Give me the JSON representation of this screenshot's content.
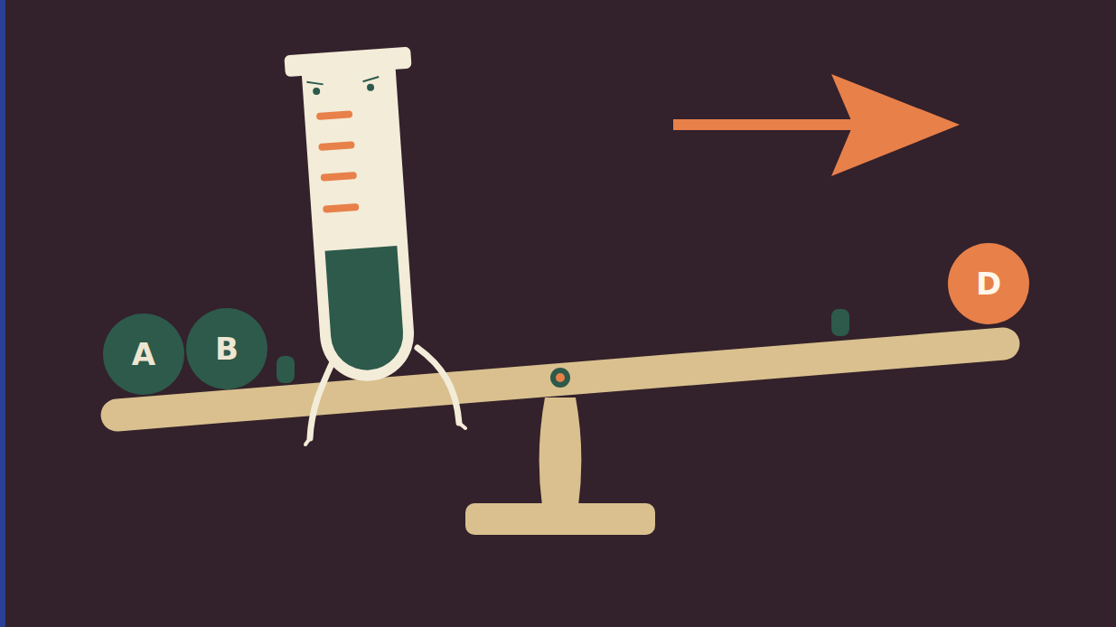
{
  "diagram": {
    "nodes": [
      {
        "text": [
          "A"
        ]
      },
      {
        "text": [
          "B"
        ]
      },
      {
        "text": [
          "D"
        ]
      }
    ]
  }
}
